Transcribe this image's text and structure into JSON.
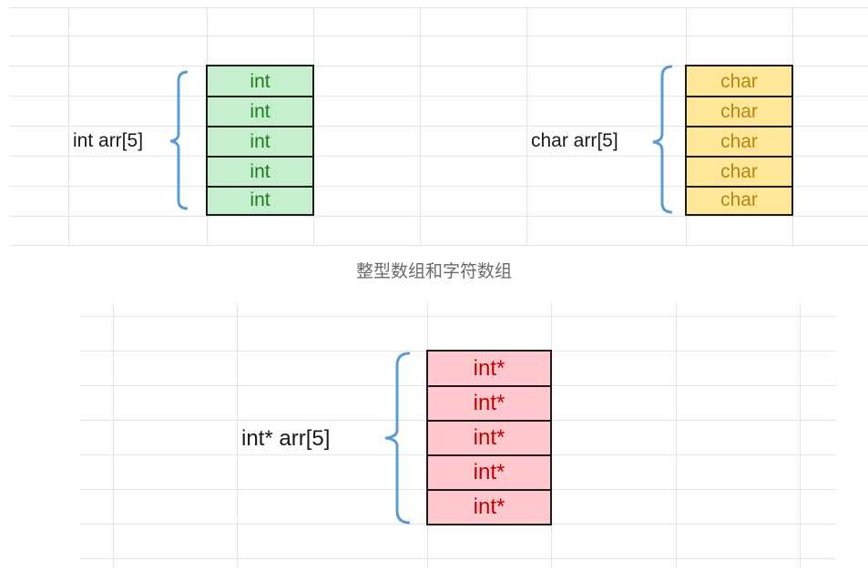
{
  "caption": "整型数组和字符数组",
  "colors": {
    "grid": "#e4e4e4",
    "brace": "#5b9bd5",
    "int_fill": "#c6efce",
    "int_text": "#1e7b1e",
    "char_fill": "#ffe699",
    "char_text": "#b8860b",
    "ptr_fill": "#ffc7ce",
    "ptr_text": "#c00000"
  },
  "diagrams": {
    "int_array": {
      "declaration": "int arr[5]",
      "cells": [
        "int",
        "int",
        "int",
        "int",
        "int"
      ]
    },
    "char_array": {
      "declaration": "char arr[5]",
      "cells": [
        "char",
        "char",
        "char",
        "char",
        "char"
      ]
    },
    "pointer_array": {
      "declaration": "int* arr[5]",
      "cells": [
        "int*",
        "int*",
        "int*",
        "int*",
        "int*"
      ]
    }
  }
}
